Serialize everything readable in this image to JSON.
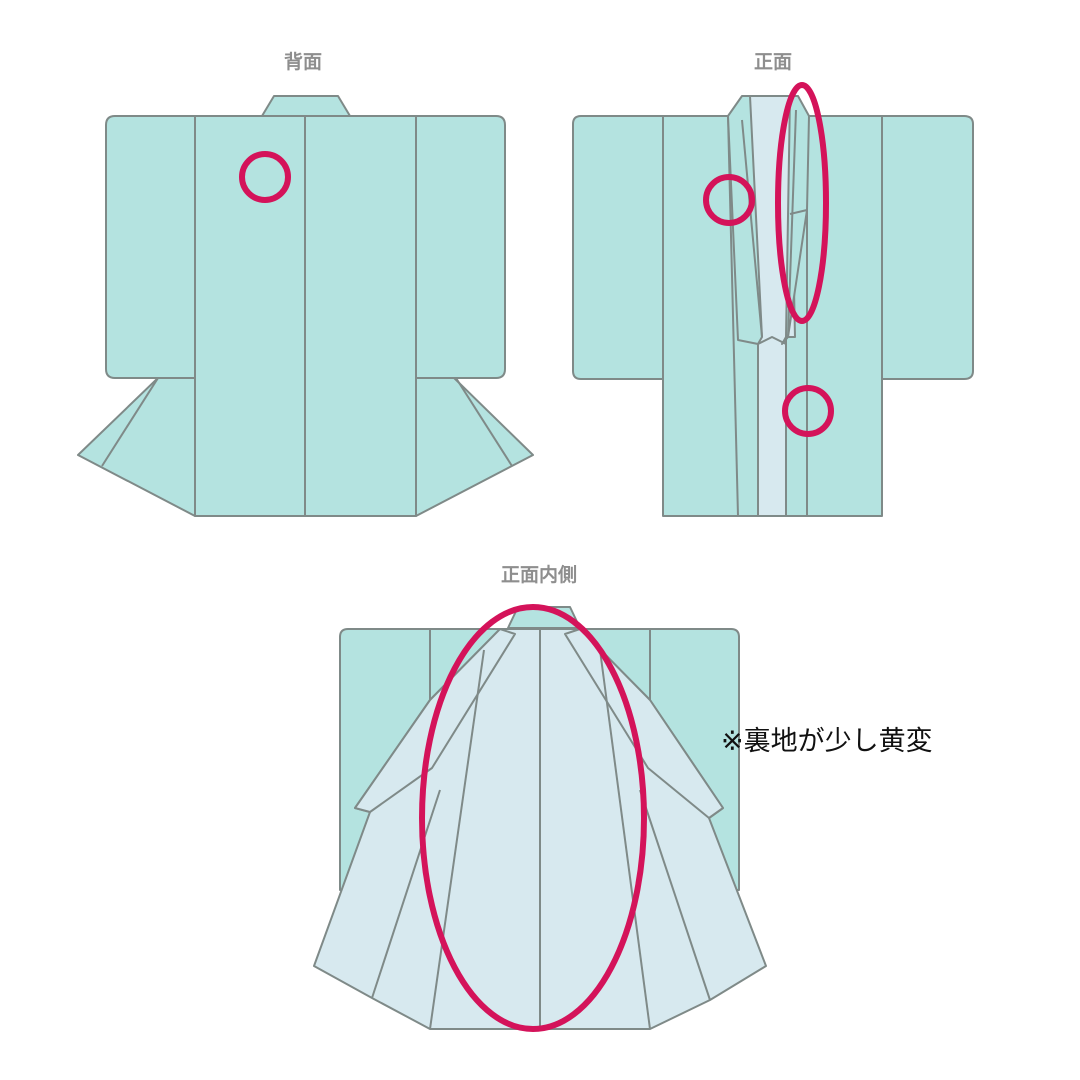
{
  "views": {
    "back_label": "背面",
    "front_label": "正面",
    "inside_label": "正面内側"
  },
  "annotations": {
    "note": "※裏地が少し黄変"
  },
  "colors": {
    "outer_fabric": "#b4e3e0",
    "lining": "#d7e9ef",
    "outline": "#7f8a88",
    "defect_marker": "#d4135a",
    "label_text": "#8e8e8e",
    "note_text": "#111111"
  },
  "icons": {
    "defect_marker": "circle-outline"
  }
}
